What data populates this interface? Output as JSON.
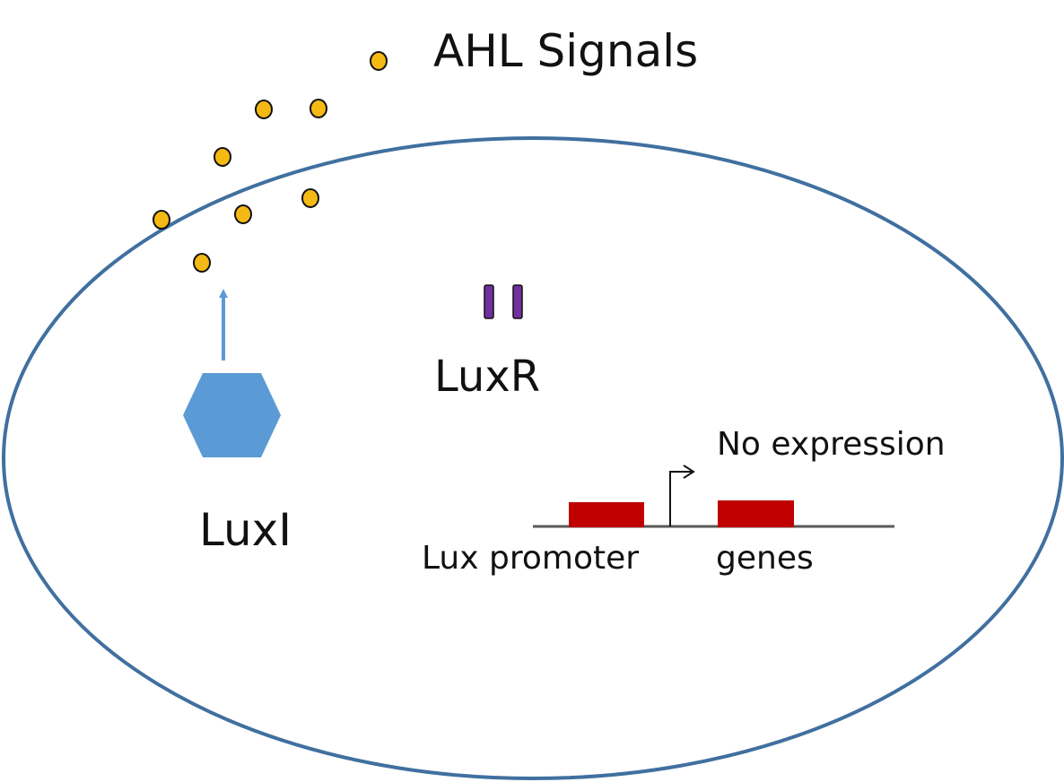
{
  "labels": {
    "ahl_signals": "AHL Signals",
    "luxr": "LuxR",
    "luxi": "LuxI",
    "no_expression": "No expression",
    "lux_promoter": "Lux promoter",
    "genes": "genes"
  },
  "colors": {
    "cell_membrane": "#40709f",
    "ahl_signal_fill": "#f5b914",
    "ahl_signal_stroke": "#111111",
    "luxi_enzyme": "#5b9bd5",
    "luxr_protein": "#7030a0",
    "dna_block": "#c00000",
    "dna_line": "#595959"
  },
  "icons": {
    "ahl_signal": "filled-circle",
    "luxi": "hexagon",
    "luxr": "bar-pair",
    "transcription_start": "bent-arrow"
  }
}
